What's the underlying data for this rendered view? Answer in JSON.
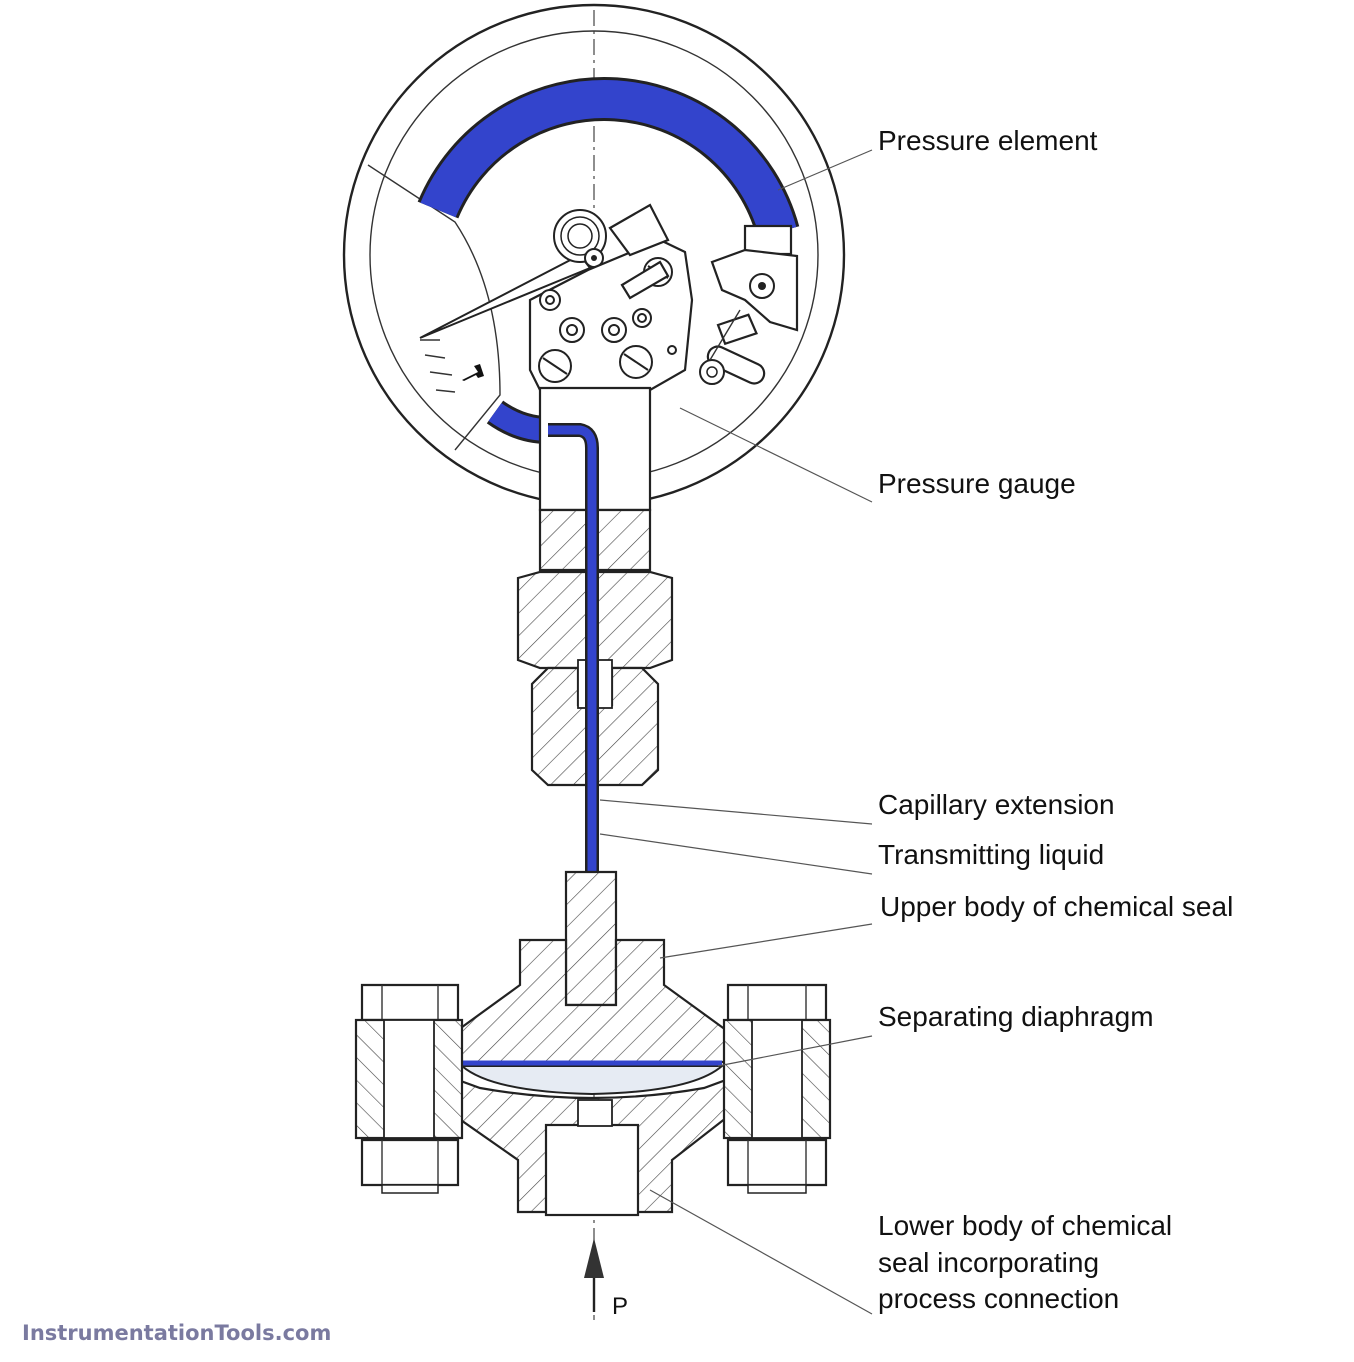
{
  "labels": {
    "pressure_element": "Pressure element",
    "pressure_gauge": "Pressure gauge",
    "capillary_extension": "Capillary extension",
    "transmitting_liquid": "Transmitting liquid",
    "upper_body": "Upper body of chemical seal",
    "separating_diaphragm": "Separating diaphragm",
    "lower_body_line1": "Lower body of chemical",
    "lower_body_line2": "seal incorporating",
    "lower_body_line3": "process connection"
  },
  "pressure_symbol": "P",
  "watermark": "InstrumentationTools.com",
  "colors": {
    "fill_liquid": "#3344cc",
    "line": "#222222",
    "background": "#ffffff"
  }
}
